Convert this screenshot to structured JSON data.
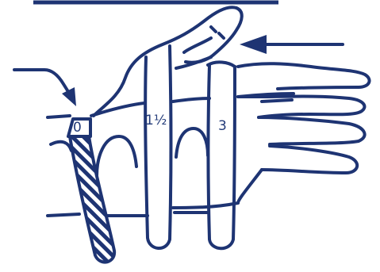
{
  "diagram": {
    "stroke_color": "#1e3473",
    "background_color": "#ffffff",
    "hatch_color": "#1e3473",
    "labels": {
      "strap_zero": "0",
      "strap_one_and_half": "1½",
      "strap_three": "3"
    },
    "icons": {
      "left_arrow": "arrow-pointing-down-right-icon",
      "right_arrow": "arrow-pointing-left-icon"
    }
  }
}
